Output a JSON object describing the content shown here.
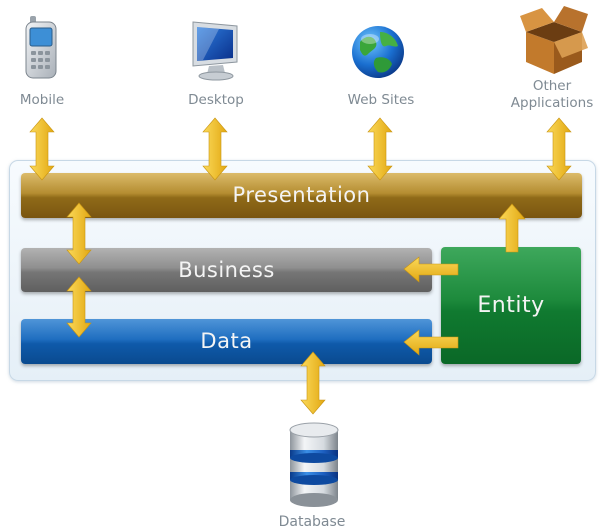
{
  "clients": {
    "mobile": "Mobile",
    "desktop": "Desktop",
    "web_sites": "Web Sites",
    "other_line1": "Other",
    "other_line2": "Applications"
  },
  "layers": {
    "presentation": "Presentation",
    "business": "Business",
    "data": "Data",
    "entity": "Entity"
  },
  "database": "Database",
  "colors": {
    "presentation": "#a37d27",
    "business": "#858585",
    "data": "#1565b8",
    "entity": "#158a38",
    "arrow": "#f2c230",
    "label": "#7f8a93"
  },
  "icons": [
    "mobile-phone-icon",
    "desktop-monitor-icon",
    "globe-icon",
    "cardboard-box-icon",
    "database-icon"
  ]
}
